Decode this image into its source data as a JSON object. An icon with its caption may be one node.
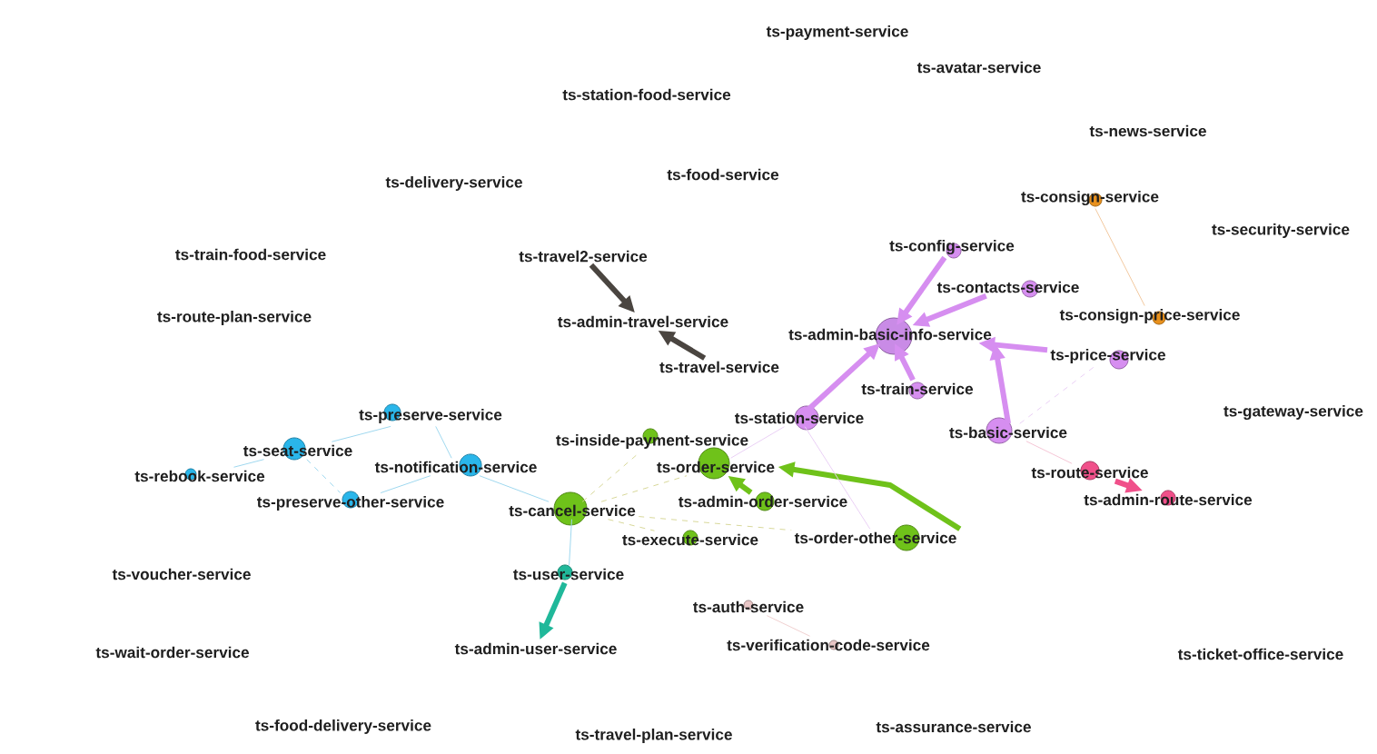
{
  "diagram": {
    "nodes": [
      {
        "text": [
          "ts-payment-service"
        ]
      },
      {
        "text": [
          "ts-avatar-service"
        ]
      },
      {
        "text": [
          "ts-station-food-service"
        ]
      },
      {
        "text": [
          "ts-news-service"
        ]
      },
      {
        "text": [
          "ts-delivery-service"
        ]
      },
      {
        "text": [
          "ts-food-service"
        ]
      },
      {
        "text": [
          "ts-consign-service"
        ]
      },
      {
        "text": [
          "ts-train-food-service"
        ]
      },
      {
        "text": [
          "ts-security-service"
        ]
      },
      {
        "text": [
          "ts-config-service"
        ]
      },
      {
        "text": [
          "ts-travel2-service"
        ]
      },
      {
        "text": [
          "ts-contacts-service"
        ]
      },
      {
        "text": [
          "ts-route-plan-service"
        ]
      },
      {
        "text": [
          "ts-admin-travel-service"
        ]
      },
      {
        "text": [
          "ts-admin-basic-info-service"
        ]
      },
      {
        "text": [
          "ts-consign-price-service"
        ]
      },
      {
        "text": [
          "ts-travel-service"
        ]
      },
      {
        "text": [
          "ts-price-service"
        ]
      },
      {
        "text": [
          "ts-train-service"
        ]
      },
      {
        "text": [
          "ts-gateway-service"
        ]
      },
      {
        "text": [
          "ts-preserve-service"
        ]
      },
      {
        "text": [
          "ts-station-service"
        ]
      },
      {
        "text": [
          "ts-basic-service"
        ]
      },
      {
        "text": [
          "ts-inside-payment-service"
        ]
      },
      {
        "text": [
          "ts-seat-service"
        ]
      },
      {
        "text": [
          "ts-rebook-service"
        ]
      },
      {
        "text": [
          "ts-notification-service"
        ]
      },
      {
        "text": [
          "ts-order-service"
        ]
      },
      {
        "text": [
          "ts-route-service"
        ]
      },
      {
        "text": [
          "ts-admin-route-service"
        ]
      },
      {
        "text": [
          "ts-preserve-other-service"
        ]
      },
      {
        "text": [
          "ts-admin-order-service"
        ]
      },
      {
        "text": [
          "ts-cancel-service"
        ]
      },
      {
        "text": [
          "ts-order-other-service"
        ]
      },
      {
        "text": [
          "ts-execute-service"
        ]
      },
      {
        "text": [
          "ts-voucher-service"
        ]
      },
      {
        "text": [
          "ts-user-service"
        ]
      },
      {
        "text": [
          "ts-auth-service"
        ]
      },
      {
        "text": [
          "ts-wait-order-service"
        ]
      },
      {
        "text": [
          "ts-admin-user-service"
        ]
      },
      {
        "text": [
          "ts-verification-code-service"
        ]
      },
      {
        "text": [
          "ts-ticket-office-service"
        ]
      },
      {
        "text": [
          "ts-food-delivery-service"
        ]
      },
      {
        "text": [
          "ts-assurance-service"
        ]
      },
      {
        "text": [
          "ts-travel-plan-service"
        ]
      }
    ],
    "edges": [
      {
        "from": 10,
        "to": 13,
        "arrow": "to",
        "style": "thick",
        "color": "#4a4540"
      },
      {
        "from": 16,
        "to": 13,
        "arrow": "to",
        "style": "thick",
        "color": "#4a4540"
      },
      {
        "from": 9,
        "to": 14,
        "arrow": "to",
        "style": "thick",
        "color": "#d68ef0"
      },
      {
        "from": 11,
        "to": 14,
        "arrow": "to",
        "style": "thick",
        "color": "#d68ef0"
      },
      {
        "from": 17,
        "to": 14,
        "arrow": "to",
        "style": "thick",
        "color": "#d68ef0"
      },
      {
        "from": 18,
        "to": 14,
        "arrow": "to",
        "style": "thick",
        "color": "#d68ef0"
      },
      {
        "from": 21,
        "to": 14,
        "arrow": "to",
        "style": "thick",
        "color": "#d68ef0"
      },
      {
        "from": 22,
        "to": 14,
        "arrow": "to",
        "style": "thick",
        "color": "#d68ef0"
      },
      {
        "from": 6,
        "to": 15,
        "arrow": "none",
        "color": "#f2c9a0"
      },
      {
        "from": 28,
        "to": 29,
        "arrow": "to",
        "style": "thick",
        "color": "#f0508a"
      },
      {
        "from": 33,
        "to": 27,
        "arrow": "to",
        "style": "thick",
        "color": "#6fc21a"
      },
      {
        "from": 31,
        "to": 27,
        "arrow": "to",
        "style": "thick",
        "color": "#6fc21a"
      },
      {
        "from": 36,
        "to": 39,
        "arrow": "to",
        "style": "thick",
        "color": "#20b89a"
      },
      {
        "from": 32,
        "to": 36,
        "arrow": "none",
        "color": "#9fd8ef"
      },
      {
        "from": 32,
        "to": 26,
        "arrow": "none",
        "color": "#9fd8ef"
      },
      {
        "from": 20,
        "to": 26,
        "arrow": "none",
        "color": "#9fd8ef"
      },
      {
        "from": 20,
        "to": 24,
        "arrow": "none",
        "color": "#9fd8ef"
      },
      {
        "from": 24,
        "to": 25,
        "arrow": "none",
        "color": "#9fd8ef"
      },
      {
        "from": 24,
        "to": 30,
        "arrow": "none",
        "style": "dashed",
        "color": "#9fd8ef"
      },
      {
        "from": 30,
        "to": 26,
        "arrow": "none",
        "color": "#9fd8ef"
      },
      {
        "from": 32,
        "to": 23,
        "arrow": "none",
        "style": "dashed",
        "color": "#d8d89a"
      },
      {
        "from": 32,
        "to": 27,
        "arrow": "none",
        "style": "dashed",
        "color": "#d8d89a"
      },
      {
        "from": 32,
        "to": 34,
        "arrow": "none",
        "style": "dashed",
        "color": "#d8d89a"
      },
      {
        "from": 32,
        "to": 33,
        "arrow": "none",
        "style": "dashed",
        "color": "#d8d89a"
      },
      {
        "from": 21,
        "to": 27,
        "arrow": "none",
        "color": "#ead0f5"
      },
      {
        "from": 21,
        "to": 33,
        "arrow": "none",
        "color": "#ead0f5"
      },
      {
        "from": 22,
        "to": 17,
        "arrow": "none",
        "style": "dashed",
        "color": "#ead0f5"
      },
      {
        "from": 22,
        "to": 28,
        "arrow": "none",
        "color": "#f5c6d6"
      },
      {
        "from": 37,
        "to": 40,
        "arrow": "none",
        "color": "#f0d0d0"
      }
    ]
  }
}
